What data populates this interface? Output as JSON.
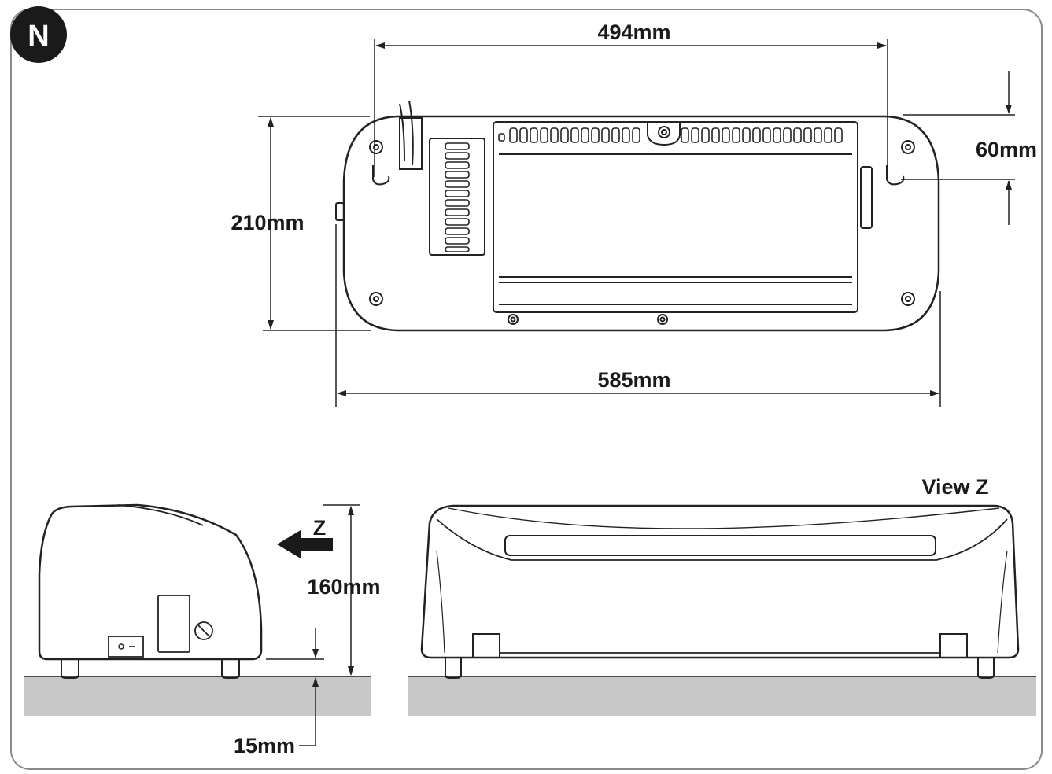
{
  "figure": {
    "badge": "N",
    "view_label": "View Z",
    "direction_label": "Z"
  },
  "dimensions": {
    "hole_spacing": "494mm",
    "hole_offset": "60mm",
    "depth": "210mm",
    "width": "585mm",
    "height": "160mm",
    "clearance": "15mm"
  },
  "colors": {
    "stroke": "#222222",
    "floor": "#c8c8c8",
    "border": "#8a8a8a",
    "badge": "#1a1a1a"
  }
}
